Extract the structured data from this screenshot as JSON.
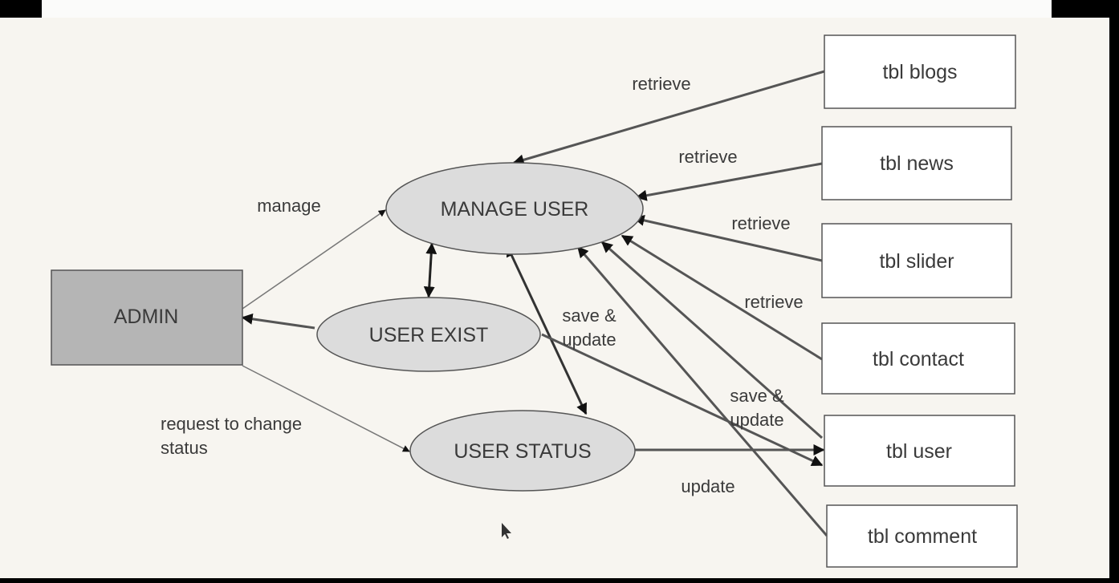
{
  "diagram": {
    "type": "data flow diagram",
    "nodes": {
      "admin": "ADMIN",
      "manage_user": "MANAGE USER",
      "user_exist": "USER EXIST",
      "user_status": "USER STATUS",
      "tbl_blogs": "tbl blogs",
      "tbl_news": "tbl news",
      "tbl_slider": "tbl slider",
      "tbl_contact": "tbl contact",
      "tbl_user": "tbl user",
      "tbl_comment": "tbl comment"
    },
    "edge_labels": {
      "manage": "manage",
      "retrieve_blogs": "retrieve",
      "retrieve_news": "retrieve",
      "retrieve_slider": "retrieve",
      "retrieve_contact": "retrieve",
      "save_update_exist_line1": "save &",
      "save_update_exist_line2": "update",
      "save_update_user_line1": "save &",
      "save_update_user_line2": "update",
      "request_line1": "request to change",
      "request_line2": "status",
      "update": "update"
    },
    "colors": {
      "background": "#f7f5f0",
      "process_fill": "#dcdcdc",
      "entity_fill": "#b5b5b5",
      "store_fill": "#ffffff",
      "stroke": "#4a4a4a"
    }
  }
}
